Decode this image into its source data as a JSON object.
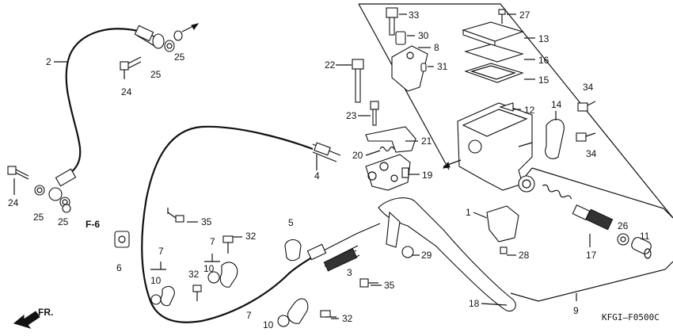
{
  "diagram": {
    "code": "KFGI—F0500C",
    "direction_label": "FR.",
    "ref_label": "F-6",
    "parts": [
      "1",
      "2",
      "3",
      "4",
      "5",
      "6",
      "7",
      "8",
      "9",
      "10",
      "11",
      "12",
      "13",
      "14",
      "15",
      "16",
      "17",
      "18",
      "19",
      "20",
      "21",
      "22",
      "23",
      "24",
      "25",
      "26",
      "27",
      "28",
      "29",
      "30",
      "31",
      "32",
      "33",
      "34",
      "35"
    ]
  }
}
